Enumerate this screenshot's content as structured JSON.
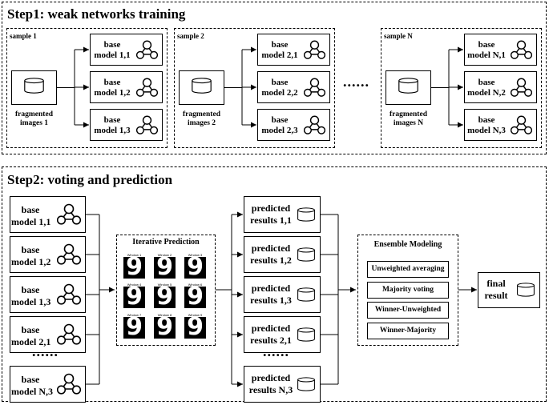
{
  "step1": {
    "title": "Step1: weak networks training",
    "samples": [
      {
        "label": "sample 1",
        "data": "fragmented\nimages 1",
        "models": [
          "base\nmodel 1,1",
          "base\nmodel 1,2",
          "base\nmodel 1,3"
        ]
      },
      {
        "label": "sample 2",
        "data": "fragmented\nimages 2",
        "models": [
          "base\nmodel 2,1",
          "base\nmodel 2,2",
          "base\nmodel 2,3"
        ]
      },
      {
        "label": "sample N",
        "data": "fragmented\nimages N",
        "models": [
          "base\nmodel N,1",
          "base\nmodel N,2",
          "base\nmodel N,3"
        ]
      }
    ],
    "ellipsis": "......"
  },
  "step2": {
    "title": "Step2: voting and prediction",
    "models": [
      "base\nmodel 1,1",
      "base\nmodel 1,2",
      "base\nmodel 1,3",
      "base\nmodel 2,1",
      "base\nmodel N,3"
    ],
    "models_ellipsis": "......",
    "iterative": {
      "title": "Iterative Prediction",
      "windows": [
        "Window 1",
        "Window 2",
        "Window 3",
        "Window 4",
        "Window 5",
        "Window 6",
        "Window 7",
        "Window 8",
        "Window 9"
      ],
      "digit": "9"
    },
    "results": [
      "predicted\nresults 1,1",
      "predicted\nresults 1,2",
      "predicted\nresults 1,3",
      "predicted\nresults 2,1",
      "predicted\nresults N,3"
    ],
    "results_ellipsis": "......",
    "ensemble": {
      "title": "Ensemble Modeling",
      "methods": [
        "Unweighted averaging",
        "Majority voting",
        "Winner-Unweighted",
        "Winner-Majority"
      ]
    },
    "final": "final\nresult"
  },
  "icons": {
    "model": "network-graph-icon",
    "data": "database-icon"
  }
}
